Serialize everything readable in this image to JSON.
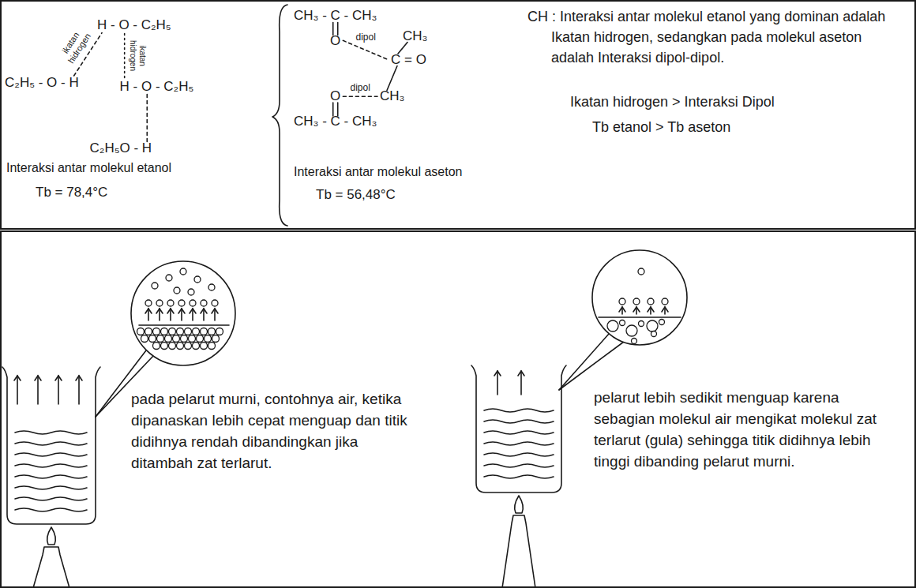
{
  "diagram": {
    "nodes": [
      {
        "text": [
          "Interaksi antar molekul etanol",
          "Tb = 78,4°C",
          "Interaksi antar molekul aseton",
          "Tb = 56,48°C",
          "CH : Interaksi antar molekul etanol yang dominan adalah Ikatan hidrogen, sedangkan pada molekul aseton adalah Interaksi dipol-dipol.",
          "Ikatan hidrogen > Interaksi Dipol",
          "Tb etanol > Tb aseton"
        ]
      },
      {
        "text": [
          "pada pelarut murni, contohnya air, ketika dipanaskan lebih cepat menguap dan titik didihnya rendah dibandingkan jika ditambah zat terlarut.",
          "pelarut lebih sedikit menguap karena sebagian molekul air mengikat molekul zat terlarut (gula) sehingga titik didihnya lebih tinggi dibanding pelarut murni."
        ]
      }
    ],
    "labels": [
      "H - O - C₂H₅",
      "ikatan hidrogen",
      "C₂H₅ - O - H",
      "ikatan hidrogen",
      "H - O - C₂H₅",
      "C₂H₅O - H",
      "CH₃ - C - CH₃",
      "O",
      "dipol",
      "CH₃",
      "C = O",
      "O",
      "dipol",
      "CH₃",
      "CH₃ - C - CH₃"
    ]
  }
}
